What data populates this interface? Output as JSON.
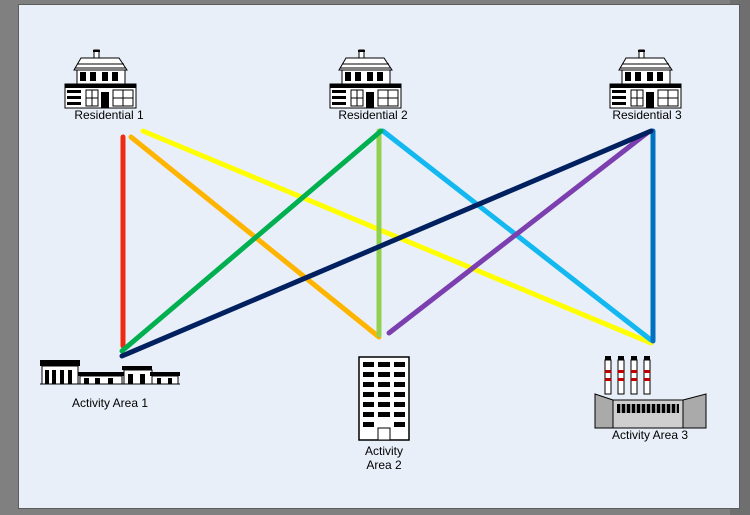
{
  "nodes": {
    "residential_1": "Residential 1",
    "residential_2": "Residential 2",
    "residential_3": "Residential 3",
    "activity_area_1": "Activity Area 1",
    "activity_area_2_line1": "Activity",
    "activity_area_2_line2": "Area 2",
    "activity_area_3": "Activity Area 3"
  },
  "connections": [
    {
      "from": "Residential 1",
      "to": "Activity Area 1",
      "color": "#ee2a10"
    },
    {
      "from": "Residential 1",
      "to": "Activity Area 2",
      "color": "#ffb400"
    },
    {
      "from": "Residential 1",
      "to": "Activity Area 3",
      "color": "#ffff00"
    },
    {
      "from": "Residential 2",
      "to": "Activity Area 1",
      "color": "#00b050"
    },
    {
      "from": "Residential 2",
      "to": "Activity Area 2",
      "color": "#92d050"
    },
    {
      "from": "Residential 2",
      "to": "Activity Area 3",
      "color": "#12b8ef"
    },
    {
      "from": "Residential 3",
      "to": "Activity Area 1",
      "color": "#002060"
    },
    {
      "from": "Residential 3",
      "to": "Activity Area 2",
      "color": "#7b3fb0"
    },
    {
      "from": "Residential 3",
      "to": "Activity Area 3",
      "color": "#0070c0"
    }
  ],
  "colors": {
    "background": "#e9eff8",
    "frame": "#808080"
  }
}
